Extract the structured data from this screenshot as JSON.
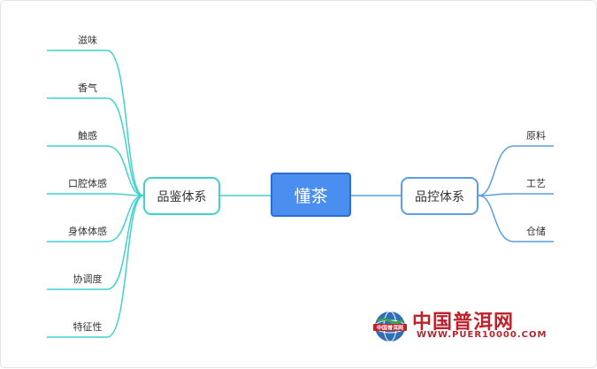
{
  "root": {
    "label": "懂茶"
  },
  "left": {
    "label": "品鉴体系",
    "color": "#3fd2cd",
    "children": [
      "滋味",
      "香气",
      "触感",
      "口腔体感",
      "身体体感",
      "协调度",
      "特征性"
    ]
  },
  "right": {
    "label": "品控体系",
    "color": "#5b9ee6",
    "children": [
      "原料",
      "工艺",
      "仓储"
    ]
  },
  "watermark": {
    "badge_text": "中国普洱网",
    "brand": "中国普洱网",
    "url": "WWW.PUER10000.COM"
  }
}
